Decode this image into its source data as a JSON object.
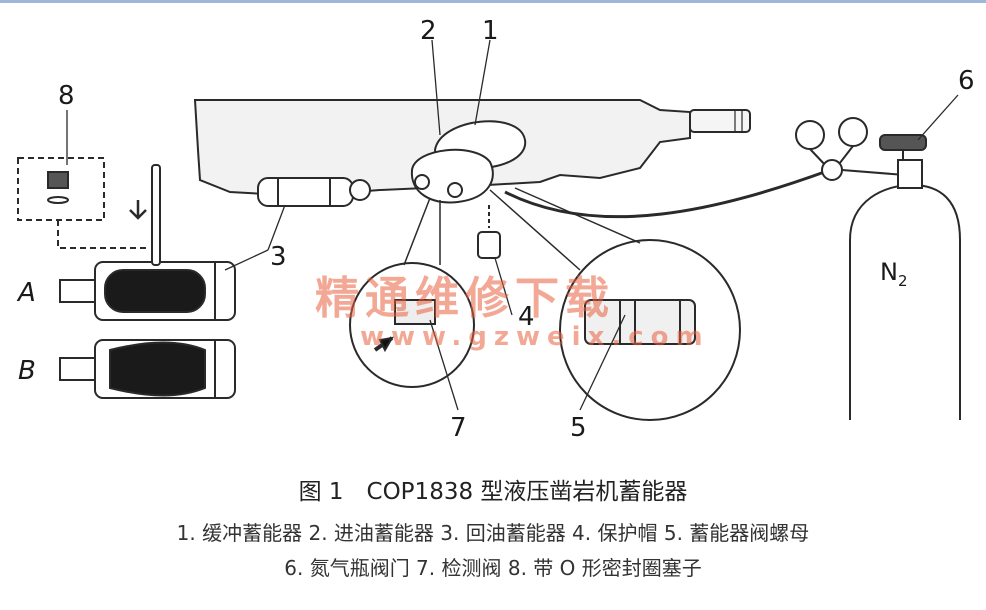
{
  "callouts": {
    "n1": "1",
    "n2": "2",
    "n3": "3",
    "n4": "4",
    "n5": "5",
    "n6": "6",
    "n7": "7",
    "n8": "8"
  },
  "variants": {
    "a": "A",
    "b": "B"
  },
  "gas_label": "N",
  "gas_sub": "2",
  "watermark": {
    "line1": "精通维修下载",
    "line2": "www.gzweix.com"
  },
  "caption": {
    "title": "图 1　COP1838 型液压凿岩机蓄能器",
    "legend_line1": "1. 缓冲蓄能器  2. 进油蓄能器  3. 回油蓄能器  4. 保护帽  5. 蓄能器阀螺母",
    "legend_line2": "6. 氮气瓶阀门  7. 检测阀  8. 带 O 形密封圈塞子"
  },
  "colors": {
    "line": "#2a2a2a",
    "fill": "#f2f2f2",
    "watermark": "#e8603c",
    "topline": "#9db8d8"
  }
}
